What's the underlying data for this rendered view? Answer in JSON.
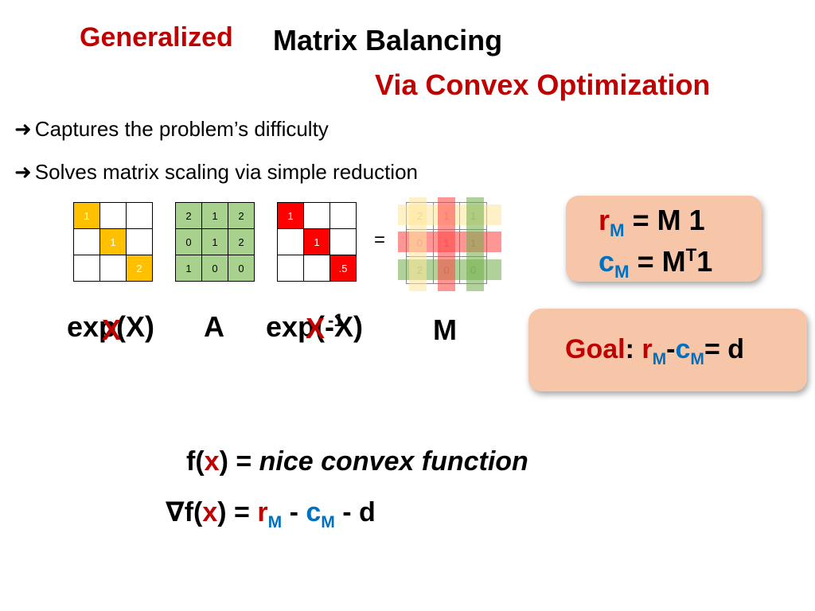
{
  "title": {
    "word1": "Generalized",
    "main": "Matrix Balancing",
    "subtitle": "Via Convex Optimization"
  },
  "bullets": [
    {
      "arrow": "➜",
      "text": "Captures the problem’s difficulty"
    },
    {
      "arrow": "➜",
      "text": "Solves matrix scaling via simple reduction"
    }
  ],
  "matrices": {
    "exp_x": [
      [
        "1",
        "",
        ""
      ],
      [
        "",
        "1",
        ""
      ],
      [
        "",
        "",
        "2"
      ]
    ],
    "a": [
      [
        "2",
        "1",
        "2"
      ],
      [
        "0",
        "1",
        "2"
      ],
      [
        "1",
        "0",
        "0"
      ]
    ],
    "exp_neg_x": [
      [
        "1",
        "",
        ""
      ],
      [
        "",
        "1",
        ""
      ],
      [
        "",
        "",
        ".5"
      ]
    ],
    "m": [
      [
        "2",
        "1",
        "1"
      ],
      [
        "0",
        "1",
        "1"
      ],
      [
        "2",
        "0",
        "0"
      ]
    ]
  },
  "labels": {
    "equals": "=",
    "exp1": "exp(X)",
    "a": "A",
    "exp2": "exp(-X)",
    "m": "M",
    "x_overlay": "X",
    "minus_one": "-1"
  },
  "equations": {
    "r_sym": "r",
    "sub_m": "M",
    "r_rhs": " = M 1",
    "c_sym": "c",
    "c_rhs_pre": " = M",
    "c_sup": "T",
    "c_rhs_post": "1",
    "goal_word": "Goal",
    "goal_colon": ": ",
    "minus": "-",
    "goal_rhs": "= d"
  },
  "function": {
    "f_pre": "f(",
    "x": "x",
    "f_post": ") = ",
    "desc": "nice convex function",
    "grad_pre": "∇f(",
    "grad_mid": ") = ",
    "minus_sp": " - ",
    "minus_d": " - d"
  },
  "colors": {
    "red": "#c00000",
    "blue": "#0070c0",
    "yellow": "#ffc000",
    "green": "#a9d18e",
    "bright_red": "#ff0000",
    "box": "#f7c6a8"
  }
}
